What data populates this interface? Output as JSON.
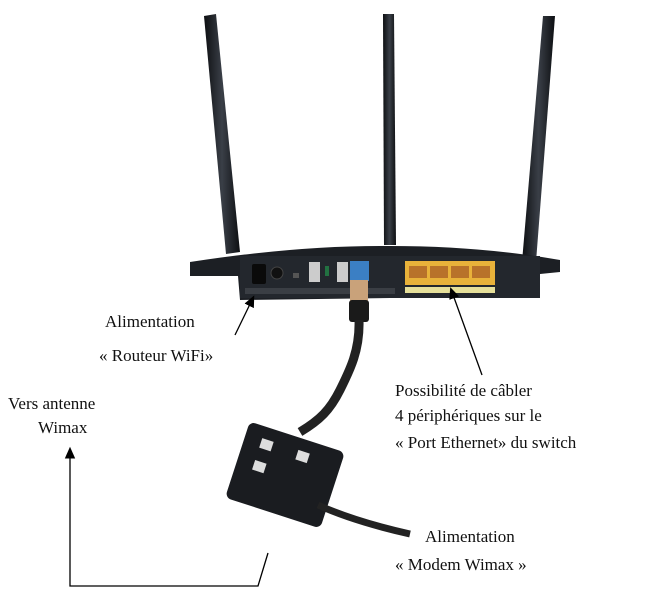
{
  "labels": {
    "router_power": {
      "line1": "Alimentation",
      "line2": "« Routeur WiFi»"
    },
    "antenna": {
      "line1": "Vers antenne",
      "line2": "Wimax"
    },
    "ethernet": {
      "line1": "Possibilité de câbler",
      "line2": "4 périphériques sur le",
      "line3": "« Port Ethernet»  du switch"
    },
    "modem_power": {
      "line1": "Alimentation",
      "line2": "« Modem Wimax »"
    }
  },
  "colors": {
    "router": "#1c1f24",
    "lan_ports": "#e8b23a",
    "wan_port": "#3b7fc4",
    "cable": "#222222"
  }
}
